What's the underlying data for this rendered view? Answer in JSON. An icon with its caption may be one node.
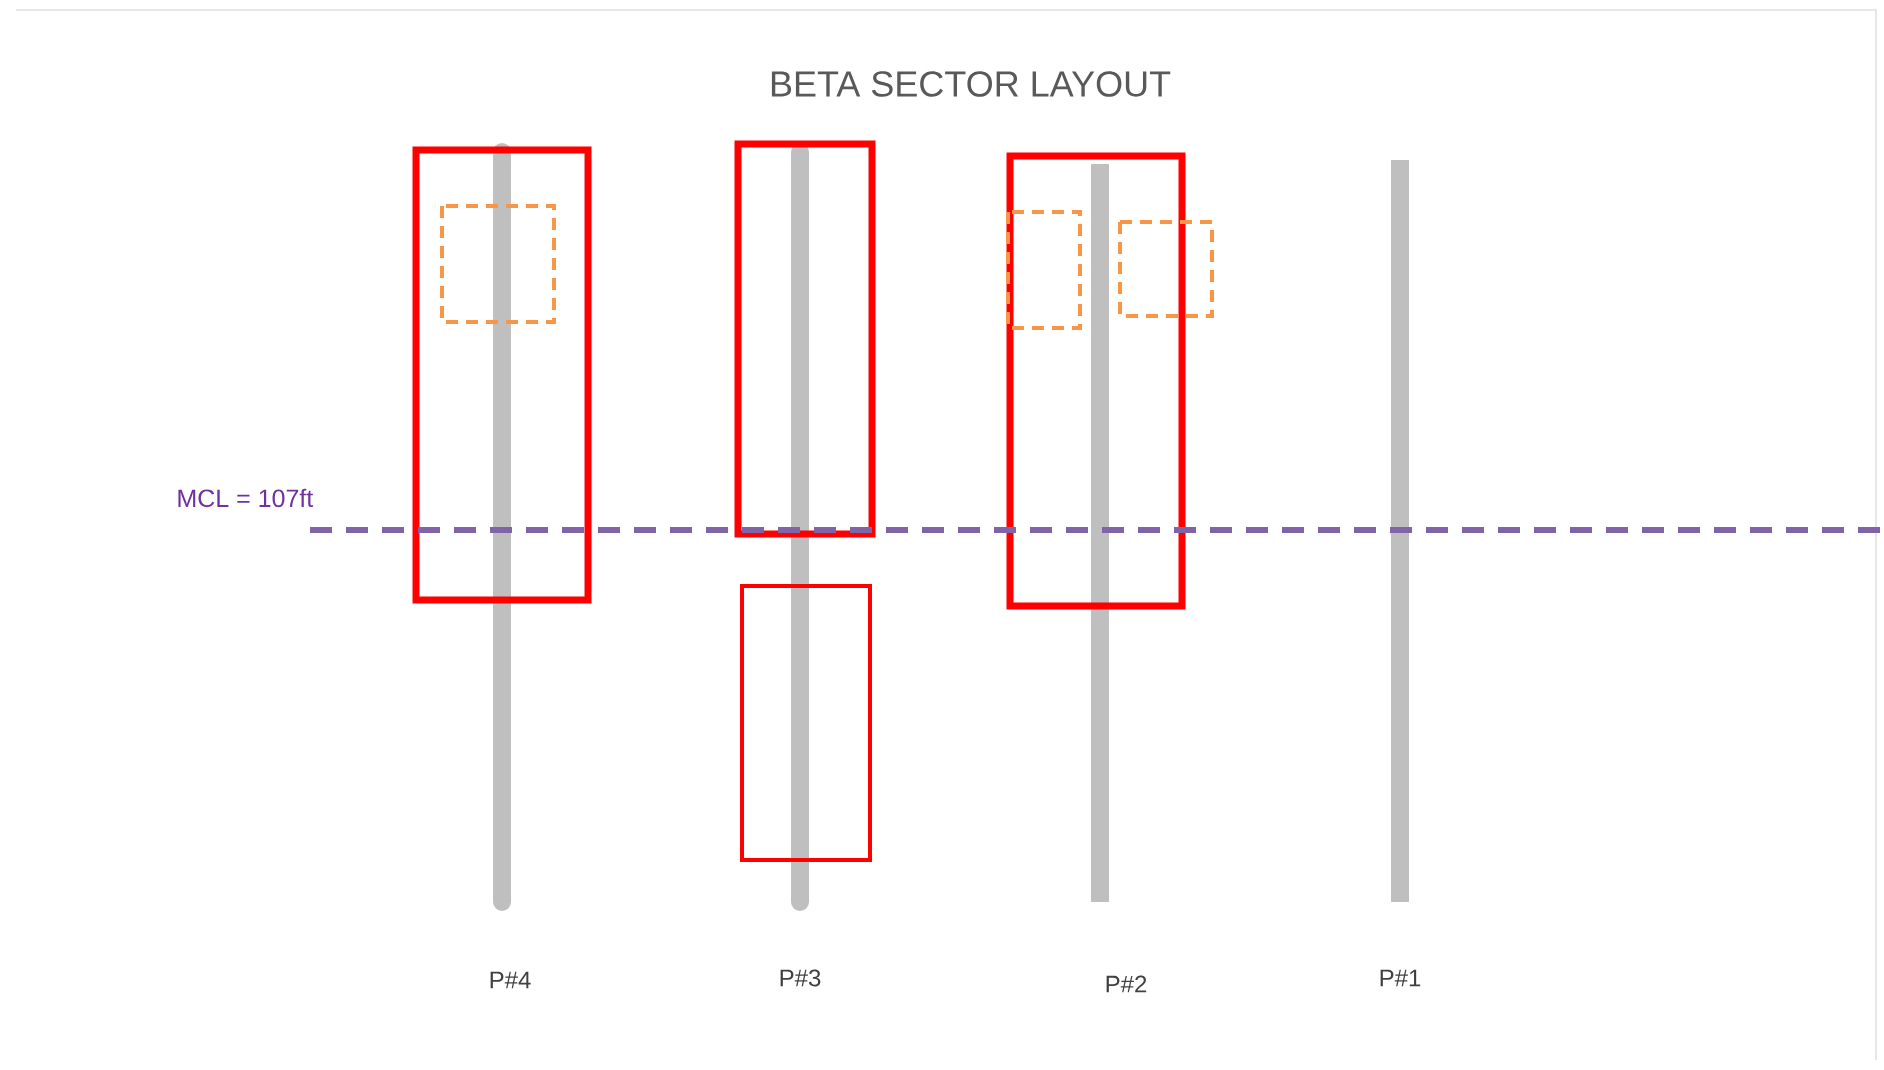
{
  "diagram": {
    "title": "BETA SECTOR LAYOUT",
    "labels": [
      "MCL = 107ft",
      "P#4",
      "P#3",
      "P#2",
      "P#1"
    ]
  }
}
